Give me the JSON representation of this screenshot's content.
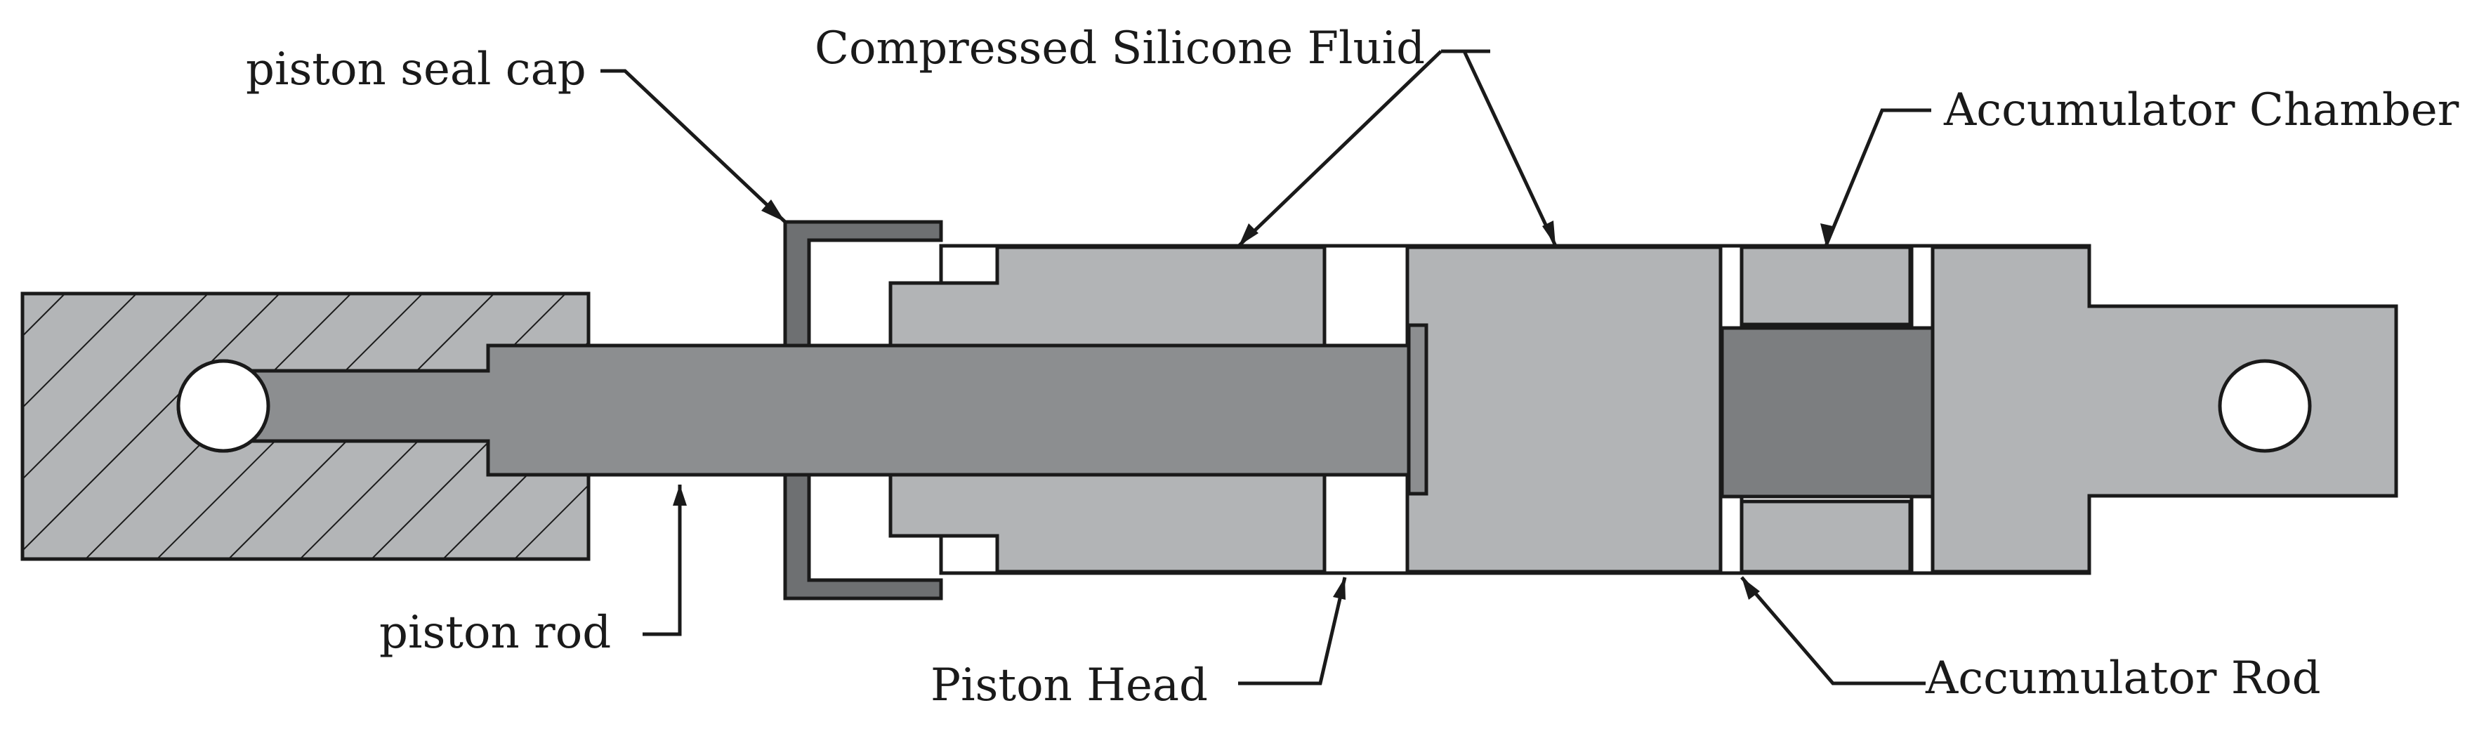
{
  "labels": {
    "piston_seal_cap": "piston seal cap",
    "compressed_silicone_fluid": "Compressed Silicone Fluid",
    "accumulator_chamber": "Accumulator Chamber",
    "piston_rod": "piston rod",
    "piston_head": "Piston Head",
    "accumulator_rod": "Accumulator Rod"
  },
  "colors": {
    "fluid": "#b2b4b6",
    "rod": "#8c8e90",
    "accumulator_rod": "#7c7e80",
    "cap": "#6e7072",
    "outline": "#1a1a1a",
    "hatch_bg": "#b3b5b7"
  }
}
